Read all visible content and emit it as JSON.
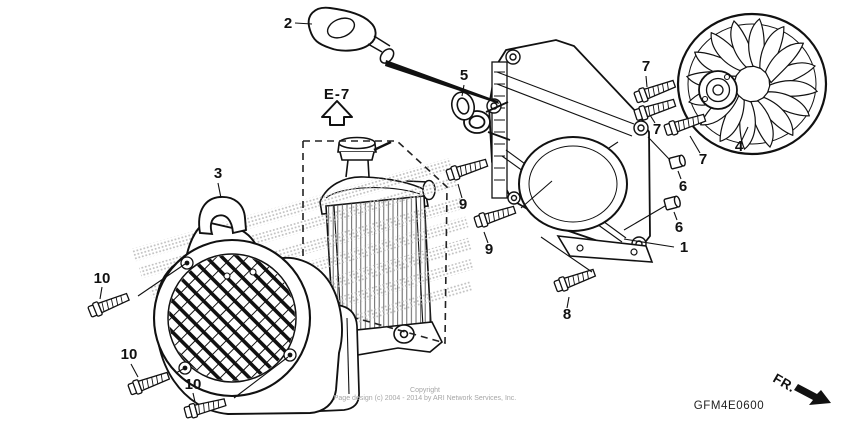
{
  "diagram": {
    "code": "GFM4E0600",
    "section_ref": "E-7",
    "fr_label": "FR.",
    "copyright": {
      "line1": "Copyright",
      "line2": "Page design (c) 2004 - 2014 by ARI Network Services, Inc."
    },
    "callouts": {
      "c1": "1",
      "c2": "2",
      "c3": "3",
      "c4": "4",
      "c5": "5",
      "c6": "6",
      "c7": "7",
      "c8": "8",
      "c9": "9",
      "c10": "10"
    },
    "colors": {
      "line": "#111111",
      "halftone": "#bcbcbc",
      "muted": "#a6a6a6"
    }
  }
}
